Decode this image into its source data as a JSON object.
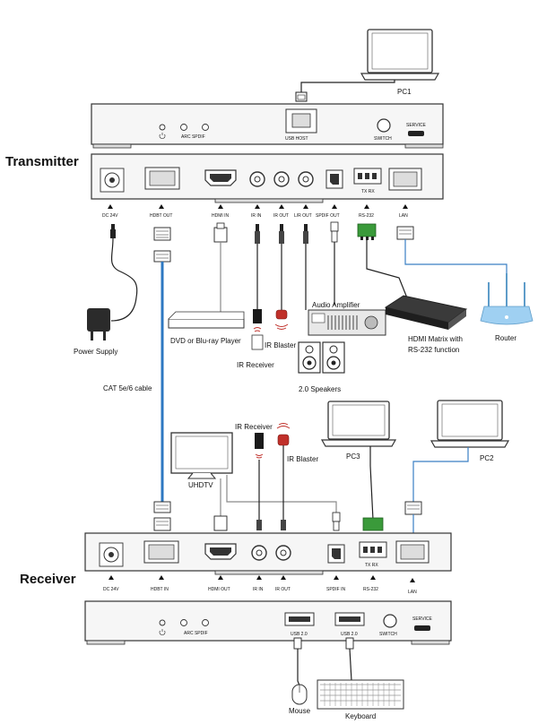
{
  "title": "",
  "transmitter": {
    "section_label": "Transmitter",
    "front": {
      "arc_spdif": "ARC SPDIF",
      "usb_host": "USB HOST",
      "switch": "SWITCH",
      "service": "SERVICE"
    },
    "rear": {
      "tx_rx": "TX RX",
      "ports": {
        "dc": "DC 24V",
        "hdbt": "HDBT OUT",
        "hdmi": "HDMI IN",
        "ir_in": "IR IN",
        "ir_out": "IR OUT",
        "lr_out": "L/R OUT",
        "spdif": "SPDIF OUT",
        "rs232": "RS-232",
        "lan": "LAN"
      }
    }
  },
  "receiver": {
    "section_label": "Receiver",
    "rear": {
      "tx_rx": "TX RX",
      "ports": {
        "dc": "DC 24V",
        "hdbt": "HDBT IN",
        "hdmi": "HDMI OUT",
        "ir_in": "IR IN",
        "ir_out": "IR OUT",
        "spdif": "SPDIF IN",
        "rs232": "RS-232",
        "lan": "LAN"
      }
    },
    "front": {
      "arc_spdif": "ARC SPDIF",
      "usb1": "USB 2.0",
      "usb2": "USB 2.0",
      "switch": "SWITCH",
      "service": "SERVICE"
    }
  },
  "devices": {
    "pc1": "PC1",
    "pc2": "PC2",
    "pc3": "PC3",
    "power_supply": "Power Supply",
    "dvd": "DVD or Blu-ray Player",
    "ir_receiver_tx": "IR Receiver",
    "ir_blaster_tx": "IR Blaster",
    "audio_amplifier": "Audio Amplifier",
    "speakers": "2.0 Speakers",
    "matrix_line1": "HDMI Matrix with",
    "matrix_line2": "RS-232 function",
    "router": "Router",
    "cat_cable": "CAT 5e/6 cable",
    "ir_receiver_rx": "IR Receiver",
    "ir_blaster_rx": "IR Blaster",
    "uhdtv": "UHDTV",
    "mouse": "Mouse",
    "keyboard": "Keyboard"
  },
  "colors": {
    "cat_cable": "#2e78c2",
    "lan_cable": "#3a7fc4",
    "ir_blaster": "#c0302a",
    "rs232_connector": "#3a9a3a",
    "router": "#9fd0f2"
  }
}
